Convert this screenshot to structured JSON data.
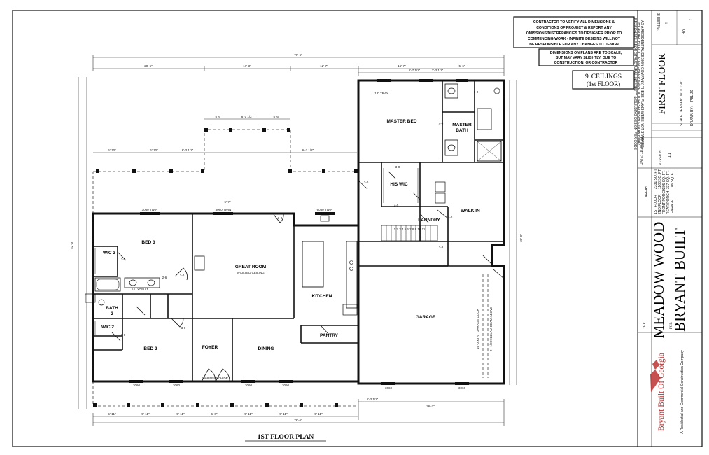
{
  "sheet": {
    "plan_title": "1ST FLOOR PLAN",
    "ceiling_note": [
      "9' CEILINGS",
      "(1st FLOOR)"
    ],
    "contractor_note": [
      "CONTRACTOR TO VERIFY ALL DIMENSIONS &",
      "CONDITIONS OF PROJECT & REPORT ANY",
      "OMISSIONS/DISCREPANCIES TO DESIGNER PRIOR TO",
      "COMMENCING WORK - INFINITE DESIGNS WILL NOT",
      "BE RESPONSIBLE FOR ANY CHANGES TO DESIGN"
    ],
    "scale_note": [
      "DIMENSIONS ON PLANS ARE TO SCALE,",
      "BUT MAY VARY SLIGHTLY, DUE TO",
      "CONSTRUCTION, OR CONTRACTOR"
    ]
  },
  "rooms": {
    "master_bed": "MASTER BED",
    "tray": "18\" TRAY",
    "master_bath": "MASTER",
    "master_bath_2": "BATH",
    "his_wic": "HIS WIC",
    "laundry": "LAUNDRY",
    "walk_in": "WALK IN",
    "bed3": "BED 3",
    "wic3": "WIC 3",
    "bath2": "BATH",
    "bath2_num": "2",
    "wic2": "WIC 2",
    "bed2": "BED 2",
    "great_room": "GREAT ROOM",
    "vaulted": "VAULTED CEILING",
    "kitchen": "KITCHEN",
    "pantry": "PANTRY",
    "foyer": "FOYER",
    "dining": "DINING",
    "garage": "GARAGE",
    "vanity": "72\" VANITY",
    "stairs": "1 2 3 4 5 6 7 8 9 10 11",
    "door_main": "6068 FRENCH DR",
    "garage_door": "16'-0\"x8'-0\" GARAGE DOOR",
    "garage_header": "2 - 1/8 X 14 LAM BEAM ABOVE"
  },
  "dims": {
    "overall_w": "76'-6\"",
    "top_a": "20'-5\"",
    "top_b": "17'-3\"",
    "top_c": "12'-7\"",
    "top_d": "16'-7\"",
    "top_e": "6'-7 1/2\"",
    "top_f": "7'-3 1/2\"",
    "top_g": "5'-6\"",
    "porch_a": "6'-10\"",
    "porch_b": "6'-10\"",
    "porch_c": "6'-3 1/2\"",
    "porch_d": "5'-6\"",
    "porch_e": "6'-1 1/2\"",
    "porch_f": "5'-6\"",
    "porch_g": "6'-3 1/2\"",
    "porch_h": "5'-7\"",
    "bottom_a": "5'-11\"",
    "bottom_b": "5'-11\"",
    "bottom_c": "5'-11\"",
    "bottom_d": "6'-0\"",
    "bottom_e": "5'-11\"",
    "bottom_f": "5'-11\"",
    "bottom_g": "5'-11\"",
    "bottom_total": "76'-6\"",
    "garage_w": "26'-7\"",
    "garage_a": "6'-3 1/2\"",
    "side_h": "52'-0\"",
    "right_h": "36'-0\"",
    "win_a": "3060 TWIN",
    "win_b": "3060 TWIN",
    "win_c": "6030 TWIN",
    "win_d": "3060",
    "win_e": "3060",
    "win_f": "3060",
    "win_g": "3060",
    "win_h": "3060",
    "win_i": "3060",
    "d30": "3-0",
    "d26": "2-6",
    "d28": "2-8",
    "d40": "4-0"
  },
  "titleblock": {
    "company_note": [
      "AS A RESIDENTIAL DESIGN COMPANY, THESE PLANS WERE NOT STAMPED",
      "BY AN ARCHITECT OR ENGINEER & ARE NOT RESPONSIBLE IN ANY WAY",
      "RESPONSIBLE FOR STRUCTURAL INTEGRITY & BUILDING DESIGN PER CODE"
    ],
    "sheet_no_label": "SHEET No.",
    "sheet_no": "1",
    "of_label": "OF",
    "sheet_total": "7",
    "sheet_name": "FIRST FLOOR",
    "scale_label": "SCALE OF PLAN:",
    "scale_value": "1/8\" = 1'-0\"",
    "drawn_label": "DRAWN BY:",
    "drawn_value": "PBL JS",
    "date_label": "DATE: 11/26/2022",
    "version_label": "VERSION",
    "version_value": "1.1",
    "areas_label": "AREAS",
    "areas": [
      {
        "name": "1ST FLOOR",
        "value": "2331 SQ. FT."
      },
      {
        "name": "2ND FLOOR",
        "value": "1163 SQ. FT."
      },
      {
        "name": "FRONT PORCH",
        "value": "305 SQ. FT."
      },
      {
        "name": "REAR PORCH",
        "value": "337 SQ. FT."
      },
      {
        "name": "GARAGE",
        "value": "706 SQ. FT."
      }
    ],
    "the_label": "THE",
    "project_name": "MEADOW WOOD",
    "for_label": "FOR",
    "client_name": "BRYANT BUILT",
    "logo_text": "Bryant Built Of Georgia",
    "logo_tagline": "A Residential and Commercial Construction Company"
  }
}
